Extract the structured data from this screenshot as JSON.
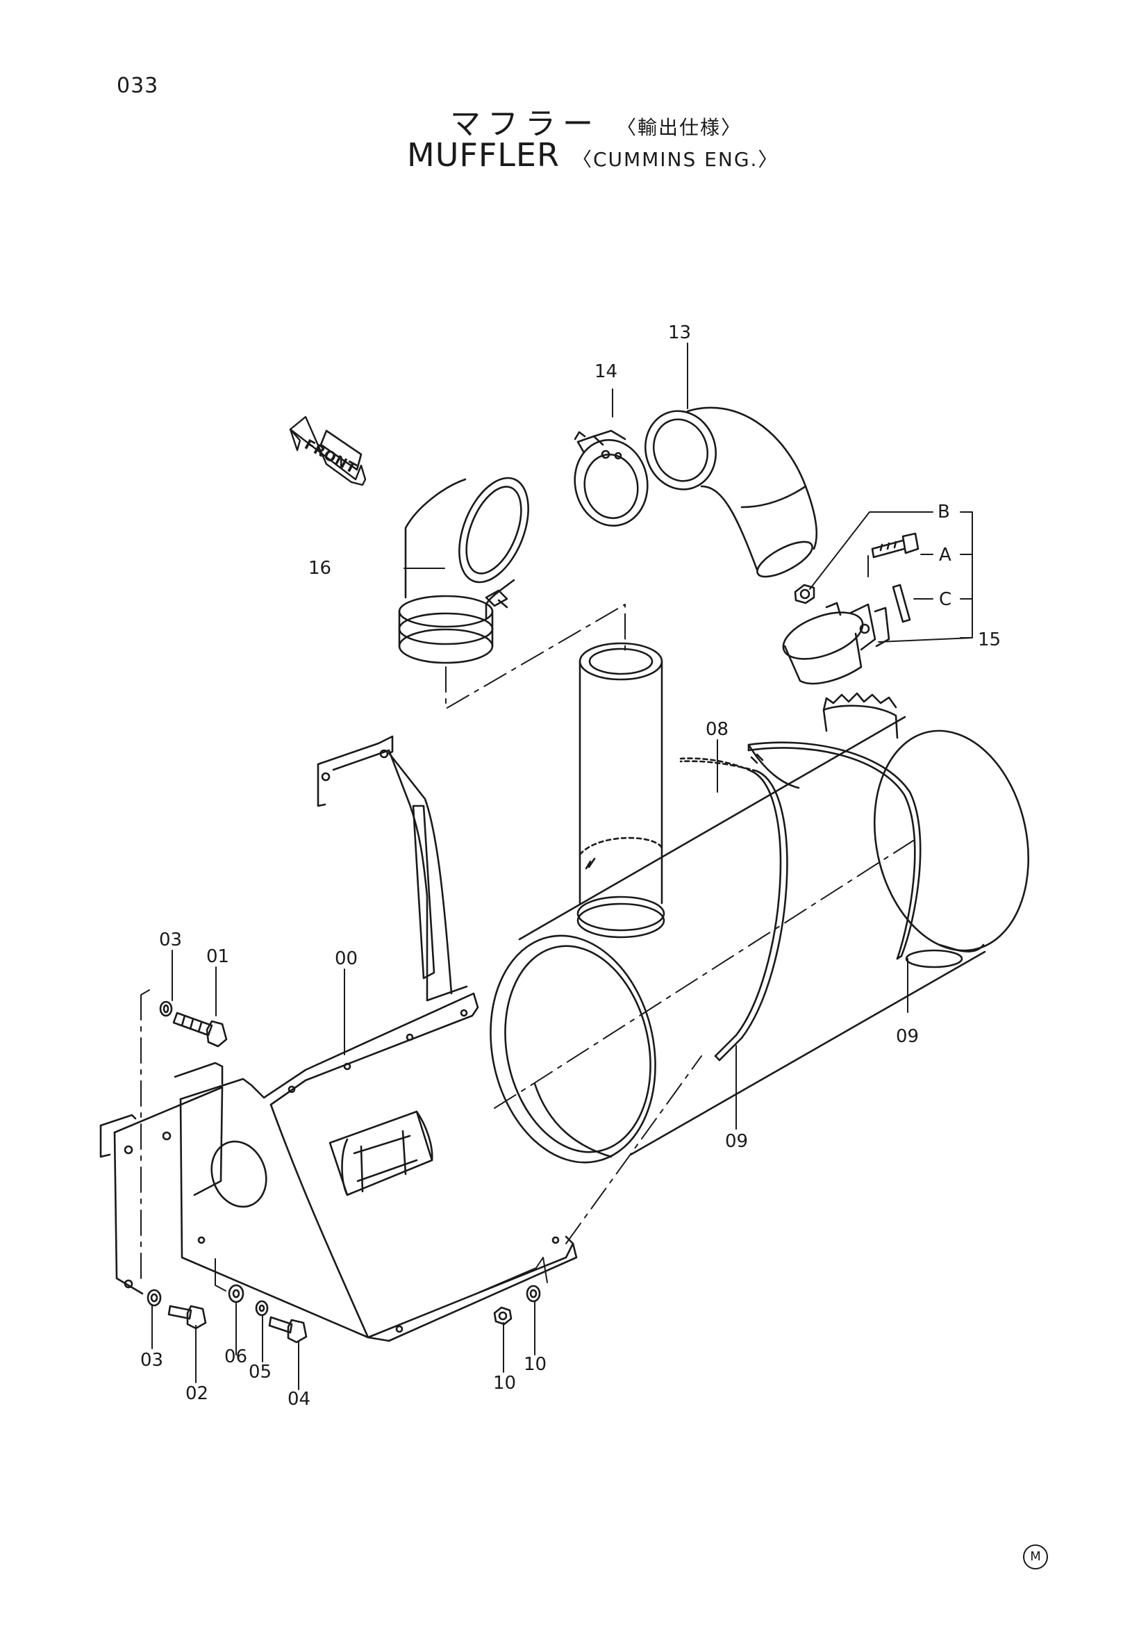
{
  "page_number": "033",
  "title_jp": "マフラー",
  "title_jp_sub": "〈輸出仕様〉",
  "title_en": "MUFFLER",
  "title_en_sub": "〈CUMMINS ENG.〉",
  "front_arrow_label": "FRONT",
  "corner_mark": "M",
  "callouts": {
    "c00": "00",
    "c01": "01",
    "c02": "02",
    "c03a": "03",
    "c03b": "03",
    "c04": "04",
    "c05": "05",
    "c06": "06",
    "c08": "08",
    "c09a": "09",
    "c09b": "09",
    "c10a": "10",
    "c10b": "10",
    "c13": "13",
    "c14": "14",
    "c15": "15",
    "c16": "16",
    "cA": "A",
    "cB": "B",
    "cC": "C"
  }
}
